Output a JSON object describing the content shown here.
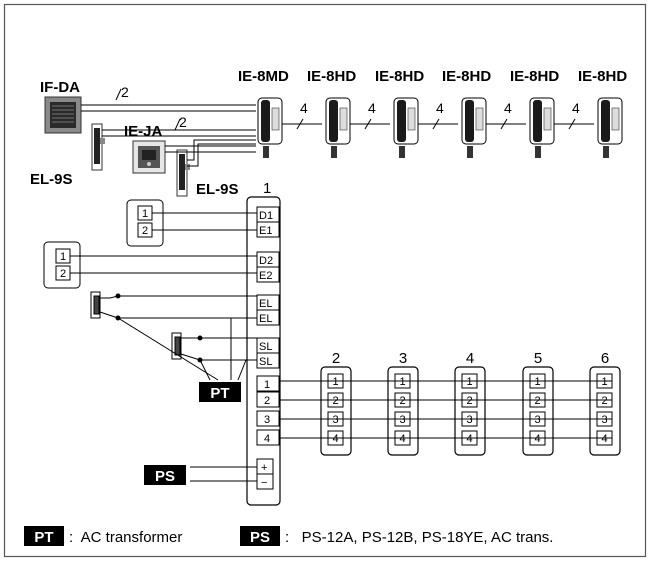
{
  "stations": {
    "door_1": "IF-DA",
    "door_2": "IE-JA",
    "lock_1": "EL-9S",
    "lock_2": "EL-9S",
    "master": "IE-8MD",
    "subs": [
      "IE-8HD",
      "IE-8HD",
      "IE-8HD",
      "IE-8HD",
      "IE-8HD"
    ]
  },
  "wire_counts": {
    "door_1": "2",
    "door_2": "2",
    "bus": [
      "4",
      "4",
      "4",
      "4",
      "4"
    ]
  },
  "terminal_block": {
    "number": "1",
    "door_terminals": [
      "D1",
      "E1",
      "D2",
      "E2",
      "EL",
      "EL",
      "SL",
      "SL"
    ],
    "line_terminals": [
      "1",
      "2",
      "3",
      "4"
    ],
    "power_terminals": [
      "+",
      "−"
    ]
  },
  "door_plates": [
    {
      "terms": [
        "1",
        "2"
      ]
    },
    {
      "terms": [
        "1",
        "2"
      ]
    }
  ],
  "sub_blocks": [
    {
      "number": "2",
      "terms": [
        "1",
        "2",
        "3",
        "4"
      ]
    },
    {
      "number": "3",
      "terms": [
        "1",
        "2",
        "3",
        "4"
      ]
    },
    {
      "number": "4",
      "terms": [
        "1",
        "2",
        "3",
        "4"
      ]
    },
    {
      "number": "5",
      "terms": [
        "1",
        "2",
        "3",
        "4"
      ]
    },
    {
      "number": "6",
      "terms": [
        "1",
        "2",
        "3",
        "4"
      ]
    }
  ],
  "labels": {
    "pt": "PT",
    "ps": "PS"
  },
  "legend": {
    "pt_tag": "PT",
    "pt_text": ":  AC transformer",
    "ps_tag": "PS",
    "ps_text": ":   PS-12A, PS-12B, PS-18YE, AC trans."
  },
  "colors": {
    "line": "#000000",
    "panel": "#808080",
    "panel_dark": "#1a1a1a",
    "tag_bg": "#000000",
    "tag_fg": "#ffffff",
    "border": "#555555"
  }
}
